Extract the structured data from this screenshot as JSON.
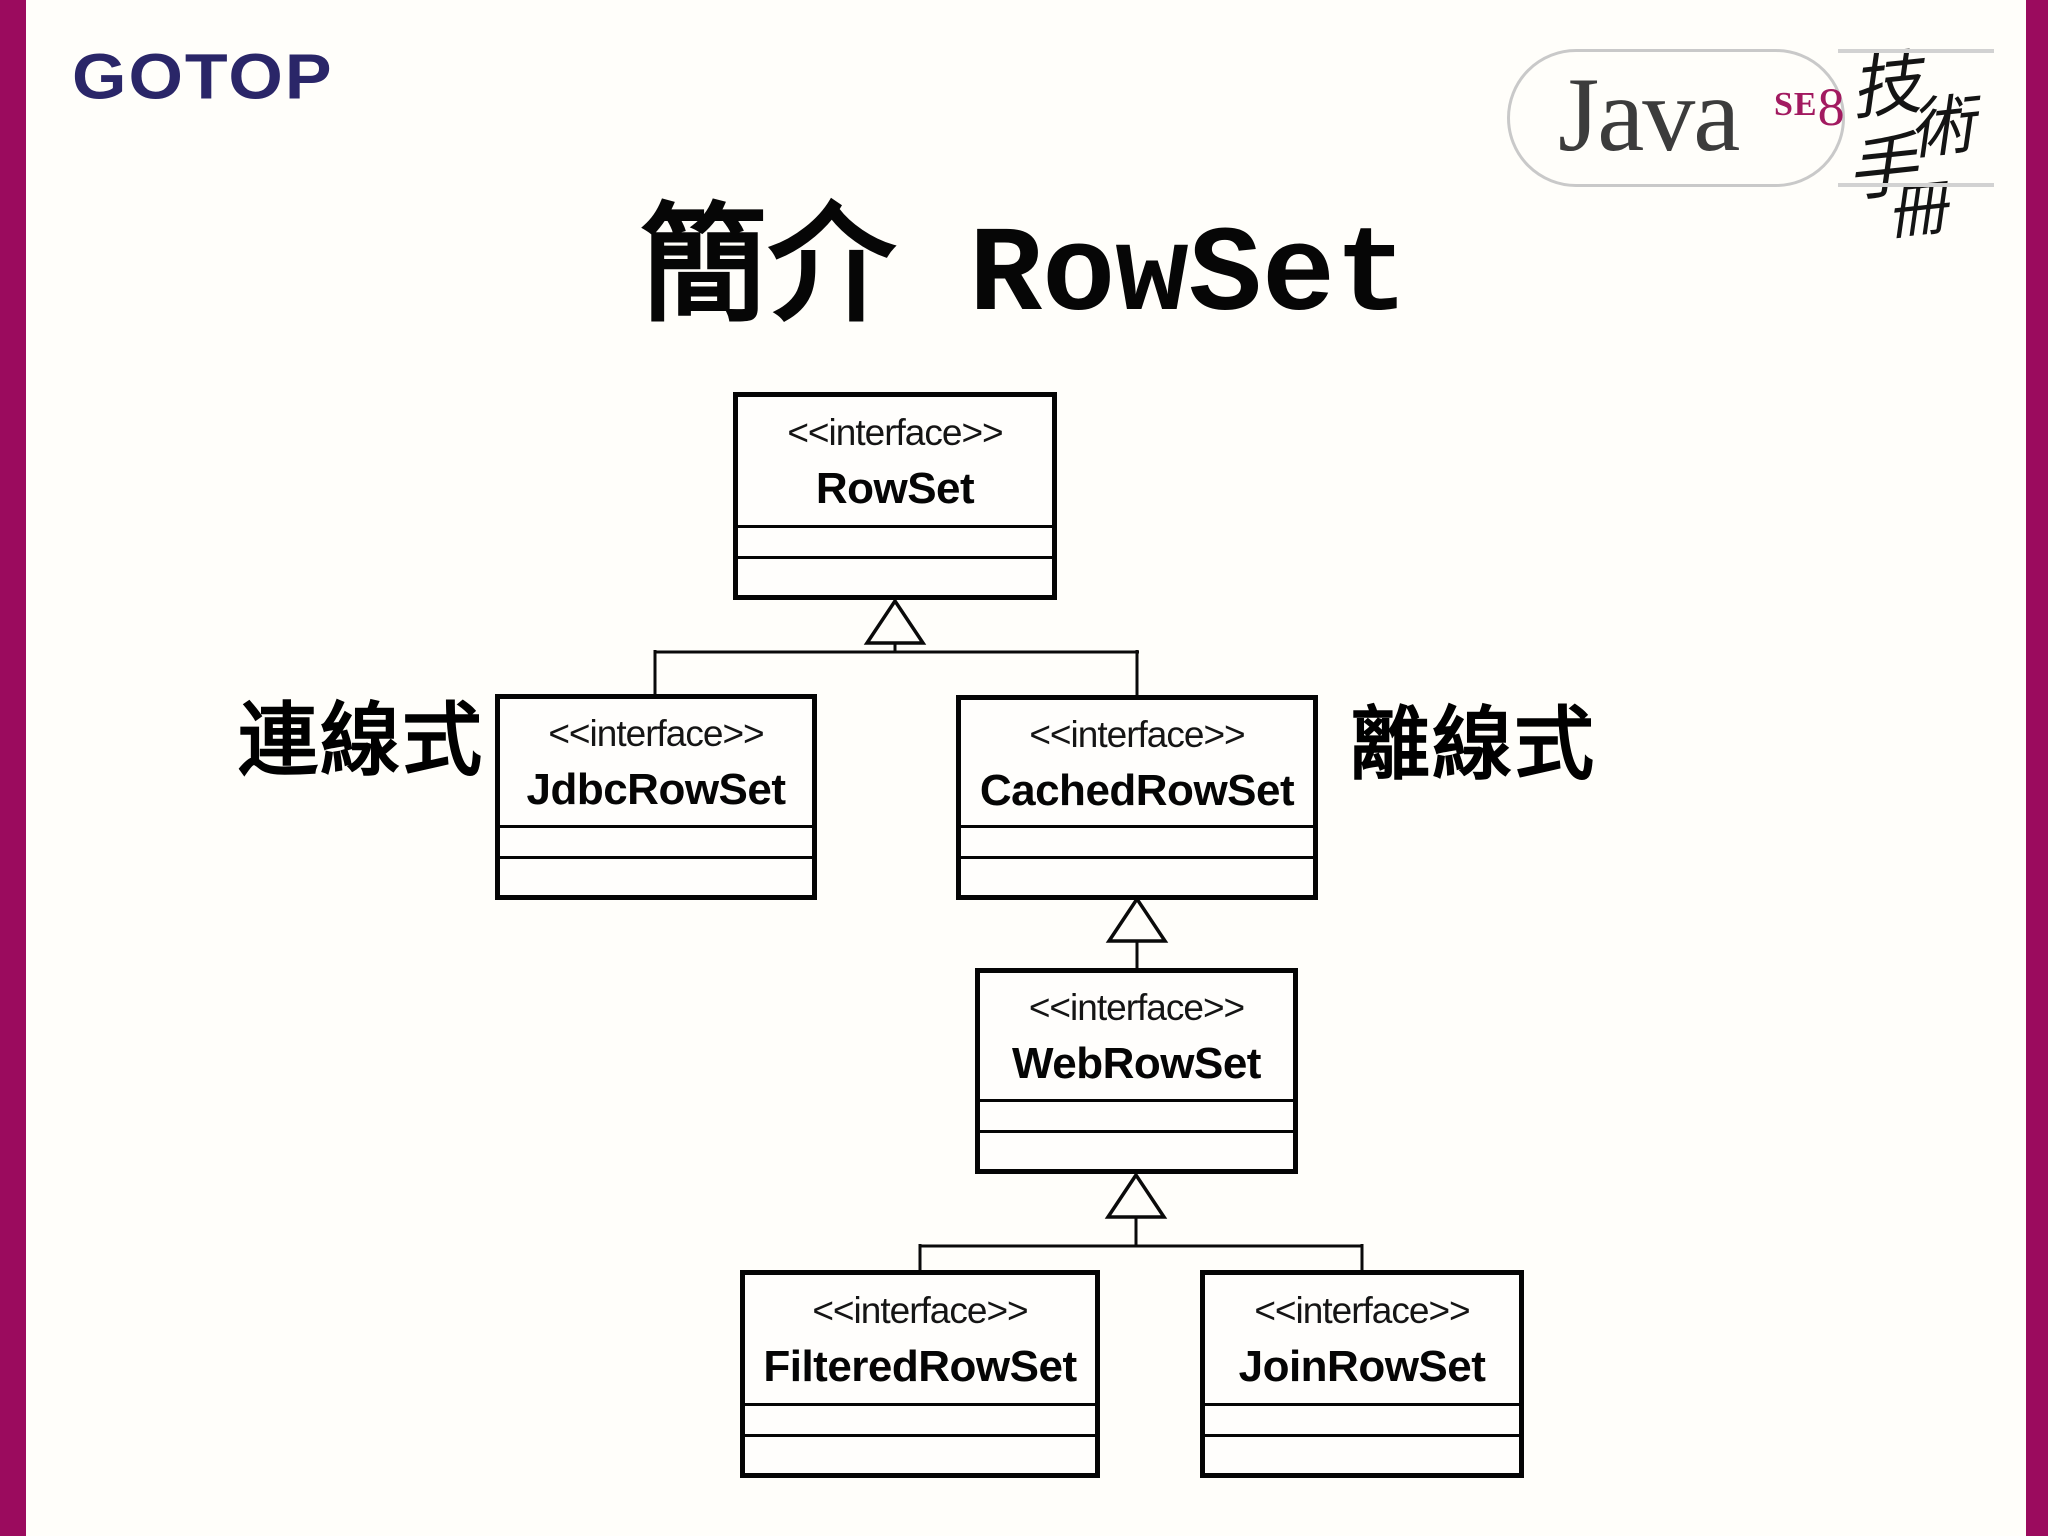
{
  "page": {
    "background": "#fffefa",
    "accent_color": "#9b0b5e"
  },
  "header": {
    "publisher_logo_text": "GOTOP",
    "java_logo": {
      "brand": "Java",
      "edition_small": "SE",
      "edition_number": "8",
      "calligraphy_chars": [
        "技",
        "術",
        "手",
        "冊"
      ]
    }
  },
  "title": {
    "cjk": "簡介",
    "code": "RowSet"
  },
  "diagram": {
    "stereotype": "<<interface>>",
    "nodes": [
      {
        "name": "RowSet"
      },
      {
        "name": "JdbcRowSet",
        "annotation": "連線式"
      },
      {
        "name": "CachedRowSet",
        "annotation": "離線式"
      },
      {
        "name": "WebRowSet"
      },
      {
        "name": "FilteredRowSet"
      },
      {
        "name": "JoinRowSet"
      }
    ],
    "edges": [
      {
        "from": "JdbcRowSet",
        "to": "RowSet",
        "type": "generalization"
      },
      {
        "from": "CachedRowSet",
        "to": "RowSet",
        "type": "generalization"
      },
      {
        "from": "WebRowSet",
        "to": "CachedRowSet",
        "type": "generalization"
      },
      {
        "from": "FilteredRowSet",
        "to": "WebRowSet",
        "type": "generalization"
      },
      {
        "from": "JoinRowSet",
        "to": "WebRowSet",
        "type": "generalization"
      }
    ]
  }
}
